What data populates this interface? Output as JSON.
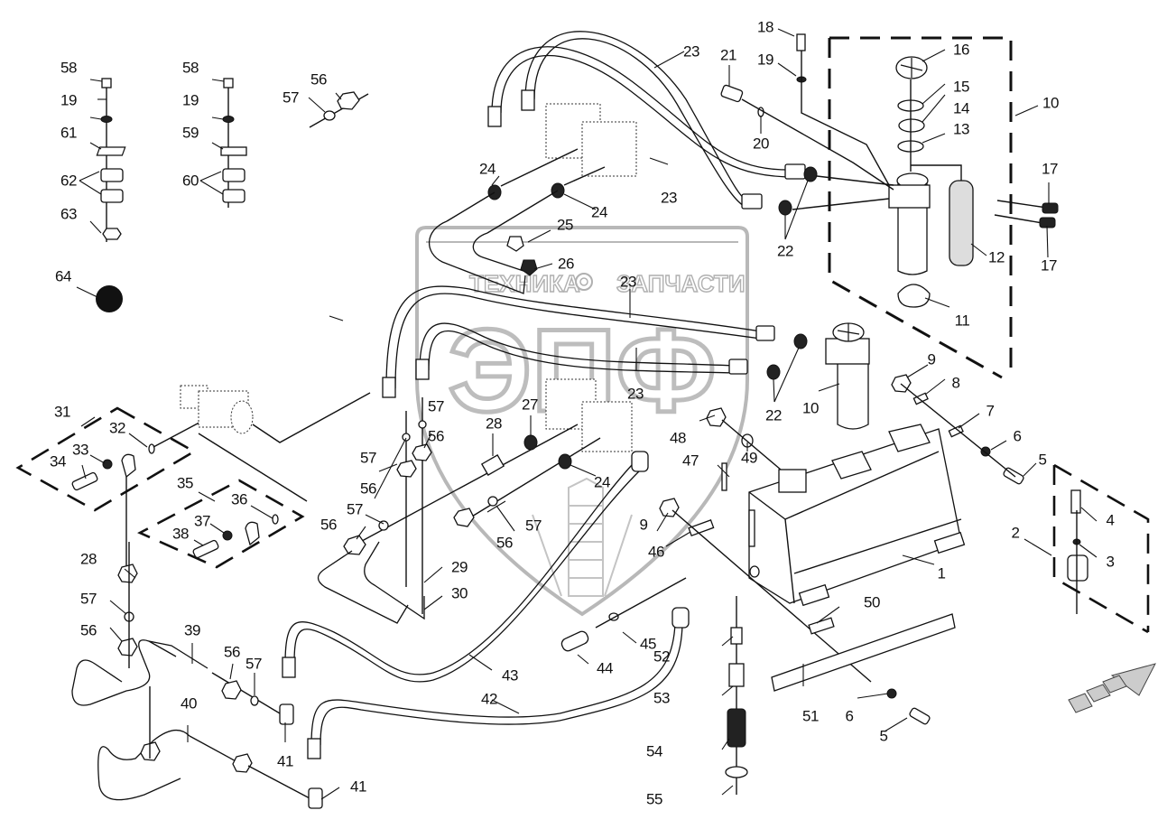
{
  "diagram": {
    "type": "exploded-parts-diagram",
    "subject": "Hydraulic tank, filter and lines assembly",
    "watermark": {
      "left_text": "ТЕХНИКА",
      "right_text": "ЗАПЧАСТИ",
      "gear_icon": "gear-icon",
      "logo_letters": "ЭПФ"
    },
    "direction_indicator": "forward-arrow-icon",
    "callouts": [
      {
        "id": "c1",
        "number": "1"
      },
      {
        "id": "c2",
        "number": "2"
      },
      {
        "id": "c3",
        "number": "3"
      },
      {
        "id": "c4",
        "number": "4"
      },
      {
        "id": "c5a",
        "number": "5"
      },
      {
        "id": "c5b",
        "number": "5"
      },
      {
        "id": "c6a",
        "number": "6"
      },
      {
        "id": "c6b",
        "number": "6"
      },
      {
        "id": "c7",
        "number": "7"
      },
      {
        "id": "c8",
        "number": "8"
      },
      {
        "id": "c9a",
        "number": "9"
      },
      {
        "id": "c9b",
        "number": "9"
      },
      {
        "id": "c10a",
        "number": "10"
      },
      {
        "id": "c10b",
        "number": "10"
      },
      {
        "id": "c11",
        "number": "11"
      },
      {
        "id": "c12",
        "number": "12"
      },
      {
        "id": "c13",
        "number": "13"
      },
      {
        "id": "c14",
        "number": "14"
      },
      {
        "id": "c15",
        "number": "15"
      },
      {
        "id": "c16",
        "number": "16"
      },
      {
        "id": "c17a",
        "number": "17"
      },
      {
        "id": "c17b",
        "number": "17"
      },
      {
        "id": "c18",
        "number": "18"
      },
      {
        "id": "c19a",
        "number": "19"
      },
      {
        "id": "c19b",
        "number": "19"
      },
      {
        "id": "c19c",
        "number": "19"
      },
      {
        "id": "c20",
        "number": "20"
      },
      {
        "id": "c21",
        "number": "21"
      },
      {
        "id": "c22a",
        "number": "22"
      },
      {
        "id": "c22b",
        "number": "22"
      },
      {
        "id": "c23a",
        "number": "23"
      },
      {
        "id": "c23b",
        "number": "23"
      },
      {
        "id": "c23c",
        "number": "23"
      },
      {
        "id": "c23d",
        "number": "23"
      },
      {
        "id": "c24a",
        "number": "24"
      },
      {
        "id": "c24b",
        "number": "24"
      },
      {
        "id": "c24c",
        "number": "24"
      },
      {
        "id": "c25",
        "number": "25"
      },
      {
        "id": "c26",
        "number": "26"
      },
      {
        "id": "c27",
        "number": "27"
      },
      {
        "id": "c28a",
        "number": "28"
      },
      {
        "id": "c28b",
        "number": "28"
      },
      {
        "id": "c29",
        "number": "29"
      },
      {
        "id": "c30",
        "number": "30"
      },
      {
        "id": "c31",
        "number": "31"
      },
      {
        "id": "c32",
        "number": "32"
      },
      {
        "id": "c33",
        "number": "33"
      },
      {
        "id": "c34",
        "number": "34"
      },
      {
        "id": "c35",
        "number": "35"
      },
      {
        "id": "c36",
        "number": "36"
      },
      {
        "id": "c37",
        "number": "37"
      },
      {
        "id": "c38",
        "number": "38"
      },
      {
        "id": "c39",
        "number": "39"
      },
      {
        "id": "c40",
        "number": "40"
      },
      {
        "id": "c41a",
        "number": "41"
      },
      {
        "id": "c41b",
        "number": "41"
      },
      {
        "id": "c42",
        "number": "42"
      },
      {
        "id": "c43",
        "number": "43"
      },
      {
        "id": "c44",
        "number": "44"
      },
      {
        "id": "c45",
        "number": "45"
      },
      {
        "id": "c46",
        "number": "46"
      },
      {
        "id": "c47",
        "number": "47"
      },
      {
        "id": "c48",
        "number": "48"
      },
      {
        "id": "c49",
        "number": "49"
      },
      {
        "id": "c50",
        "number": "50"
      },
      {
        "id": "c51",
        "number": "51"
      },
      {
        "id": "c52",
        "number": "52"
      },
      {
        "id": "c53",
        "number": "53"
      },
      {
        "id": "c54",
        "number": "54"
      },
      {
        "id": "c55",
        "number": "55"
      },
      {
        "id": "c56a",
        "number": "56"
      },
      {
        "id": "c56b",
        "number": "56"
      },
      {
        "id": "c56c",
        "number": "56"
      },
      {
        "id": "c56d",
        "number": "56"
      },
      {
        "id": "c56e",
        "number": "56"
      },
      {
        "id": "c56f",
        "number": "56"
      },
      {
        "id": "c56g",
        "number": "56"
      },
      {
        "id": "c57a",
        "number": "57"
      },
      {
        "id": "c57b",
        "number": "57"
      },
      {
        "id": "c57c",
        "number": "57"
      },
      {
        "id": "c57d",
        "number": "57"
      },
      {
        "id": "c57e",
        "number": "57"
      },
      {
        "id": "c57f",
        "number": "57"
      },
      {
        "id": "c57g",
        "number": "57"
      },
      {
        "id": "c58a",
        "number": "58"
      },
      {
        "id": "c58b",
        "number": "58"
      },
      {
        "id": "c59",
        "number": "59"
      },
      {
        "id": "c60",
        "number": "60"
      },
      {
        "id": "c61",
        "number": "61"
      },
      {
        "id": "c62",
        "number": "62"
      },
      {
        "id": "c63",
        "number": "63"
      },
      {
        "id": "c64",
        "number": "64"
      }
    ]
  }
}
